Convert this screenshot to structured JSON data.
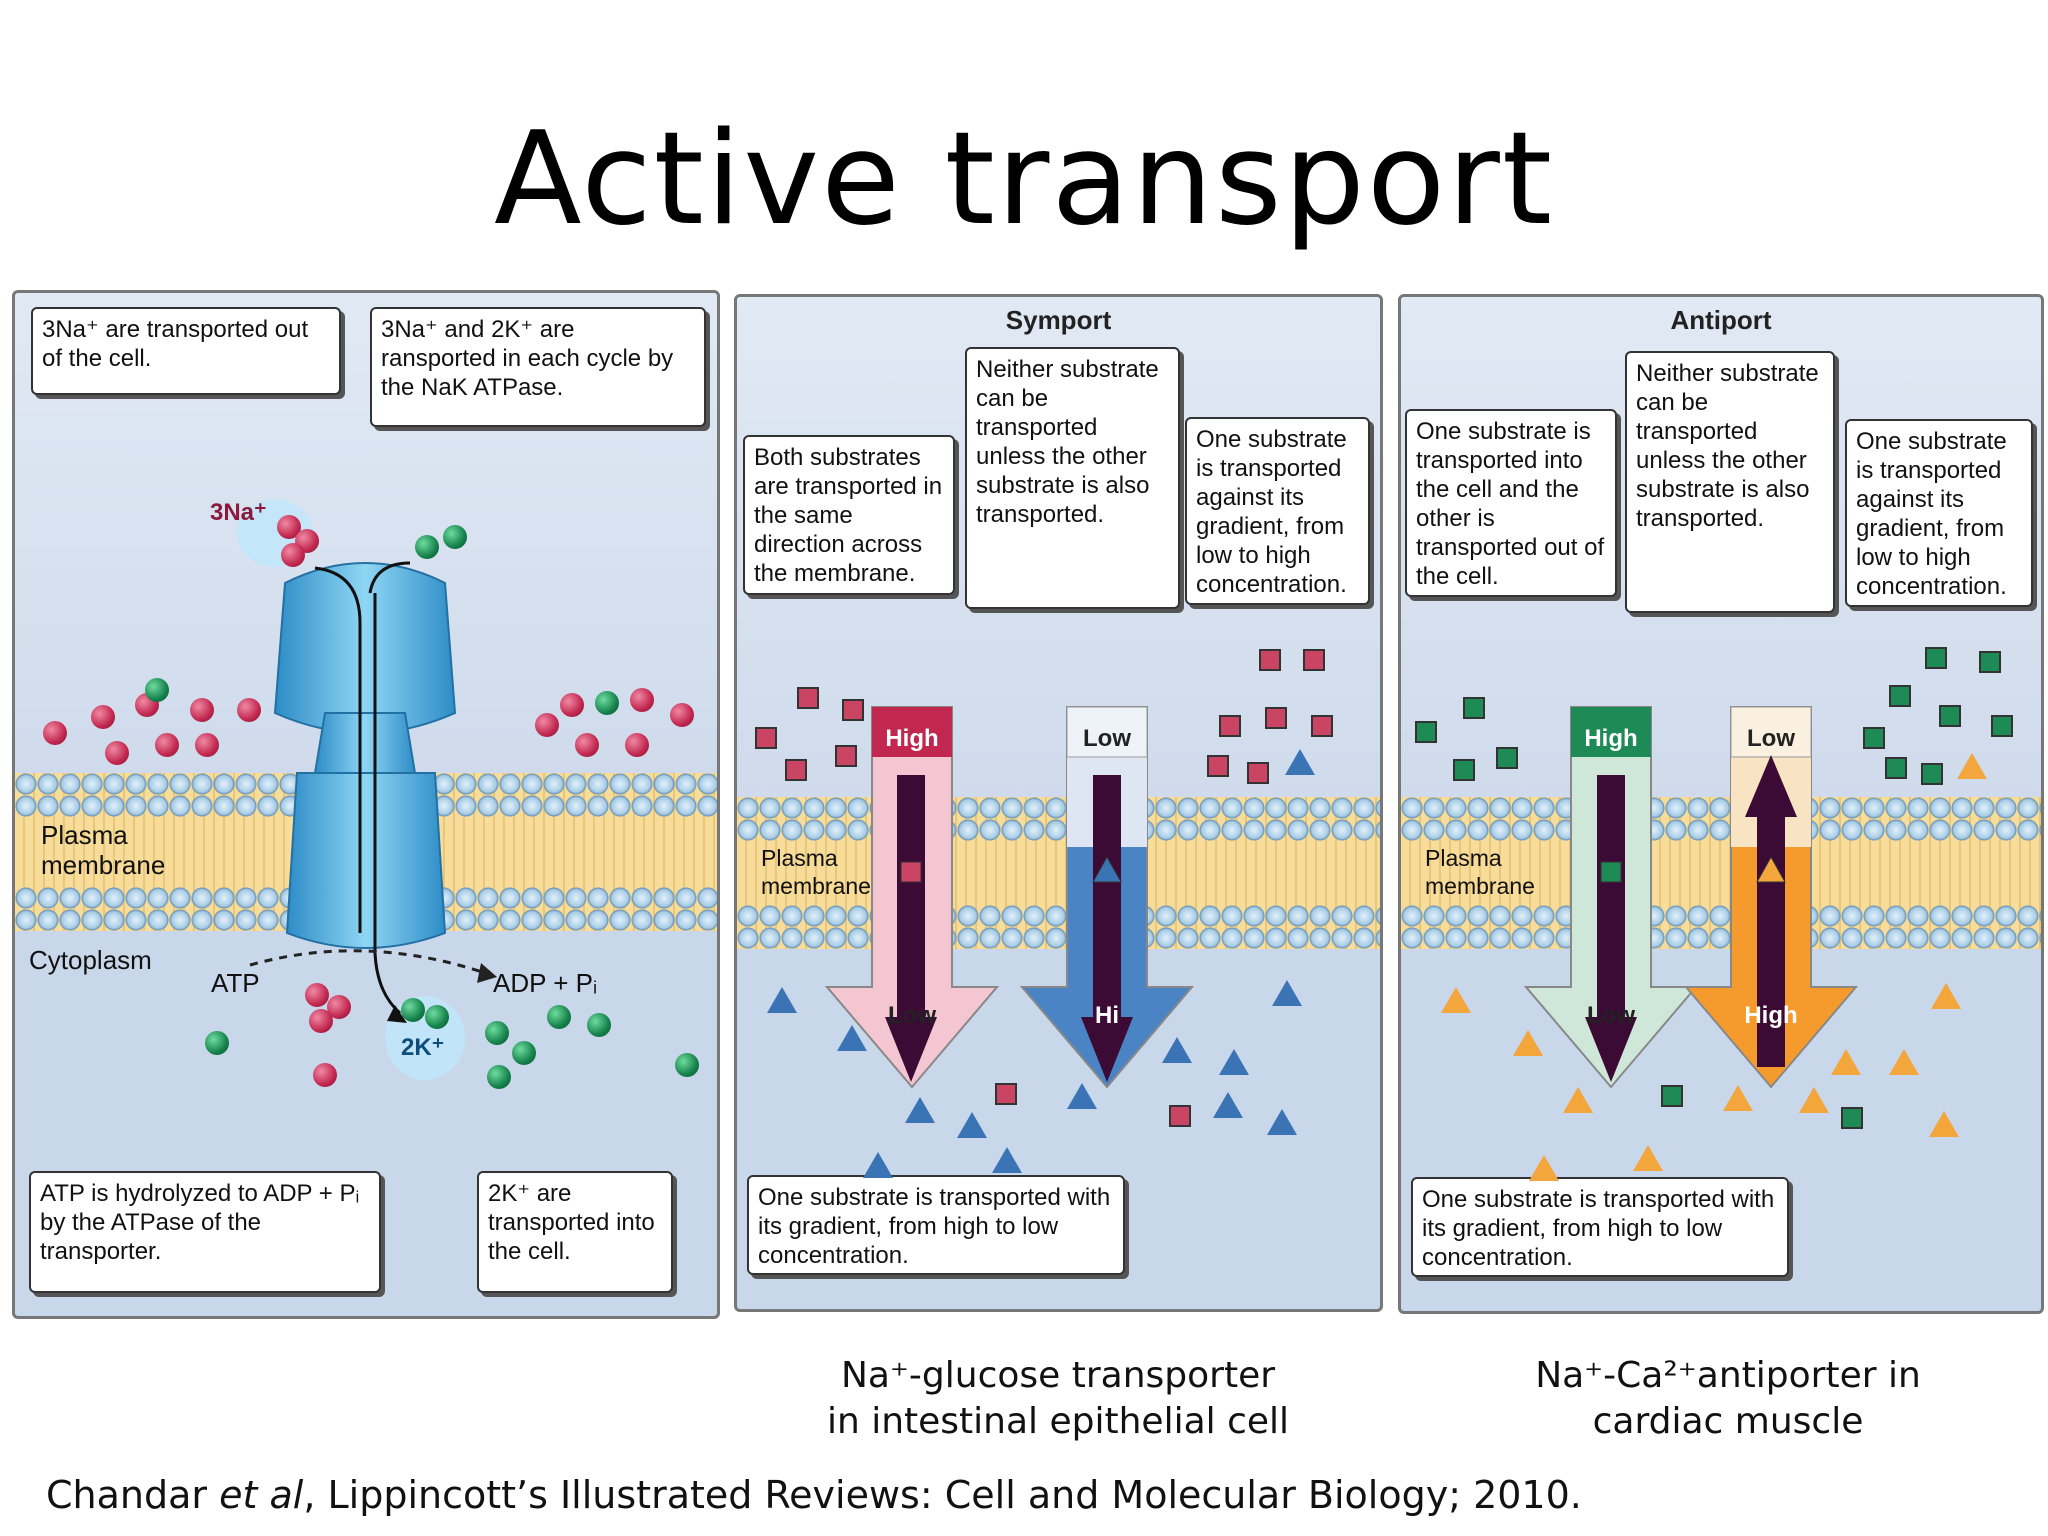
{
  "title": "Active transport",
  "panel_a": {
    "callouts": {
      "na_out": "3Na⁺ are transported out of the cell.",
      "cycle": "3Na⁺ and 2K⁺ are ransported in each cycle by the NaK ATPase.",
      "atp": "ATP is hydrolyzed to ADP + Pᵢ by the ATPase of the transporter.",
      "k_in": "2K⁺ are transported into the cell."
    },
    "labels": {
      "na_ion": "3Na⁺",
      "membrane_line1": "Plasma",
      "membrane_line2": "membrane",
      "cytoplasm": "Cytoplasm",
      "atp": "ATP",
      "adp": "ADP + Pᵢ",
      "k_ion": "2K⁺"
    }
  },
  "panel_symport": {
    "title": "Symport",
    "callouts": {
      "both": "Both substrates are transported in the same direction across the membrane.",
      "neither": "Neither substrate can be transported unless the other substrate is also transported.",
      "against": "One substrate is transported against its gradient, from low to high concentration.",
      "with": "One substrate is transported with its gradient, from high to low concentration."
    },
    "labels": {
      "membrane_line1": "Plasma",
      "membrane_line2": "membrane",
      "left_top": "High",
      "left_bottom": "Low",
      "right_top": "Low",
      "right_bottom": "Hi"
    },
    "caption_line1": "Na⁺-glucose transporter",
    "caption_line2": "in intestinal epithelial cell"
  },
  "panel_antiport": {
    "title": "Antiport",
    "callouts": {
      "into_out": "One substrate is transported into the cell and the other is transported out of the cell.",
      "neither": "Neither substrate can be transported unless the other substrate is also transported.",
      "against": "One substrate is transported against its gradient, from low to high concentration.",
      "with": "One substrate is transported with its gradient, from high to low concentration."
    },
    "labels": {
      "membrane_line1": "Plasma",
      "membrane_line2": "membrane",
      "left_top": "High",
      "left_bottom": "Low",
      "right_top": "Low",
      "right_bottom": "High"
    },
    "caption_line1": "Na⁺-Ca²⁺antiporter in",
    "caption_line2": "cardiac muscle"
  },
  "citation": {
    "before": "Chandar ",
    "italic": "et al",
    "after": ", Lippincott’s Illustrated Reviews: Cell and Molecular Biology; 2010."
  },
  "colors": {
    "na_ball": "#c2274f",
    "k_ball": "#15824c",
    "glucose": "#3b74b5",
    "calcium": "#f2a63c",
    "membrane": "#f7dc9a",
    "pump": "#5ab6e0"
  }
}
